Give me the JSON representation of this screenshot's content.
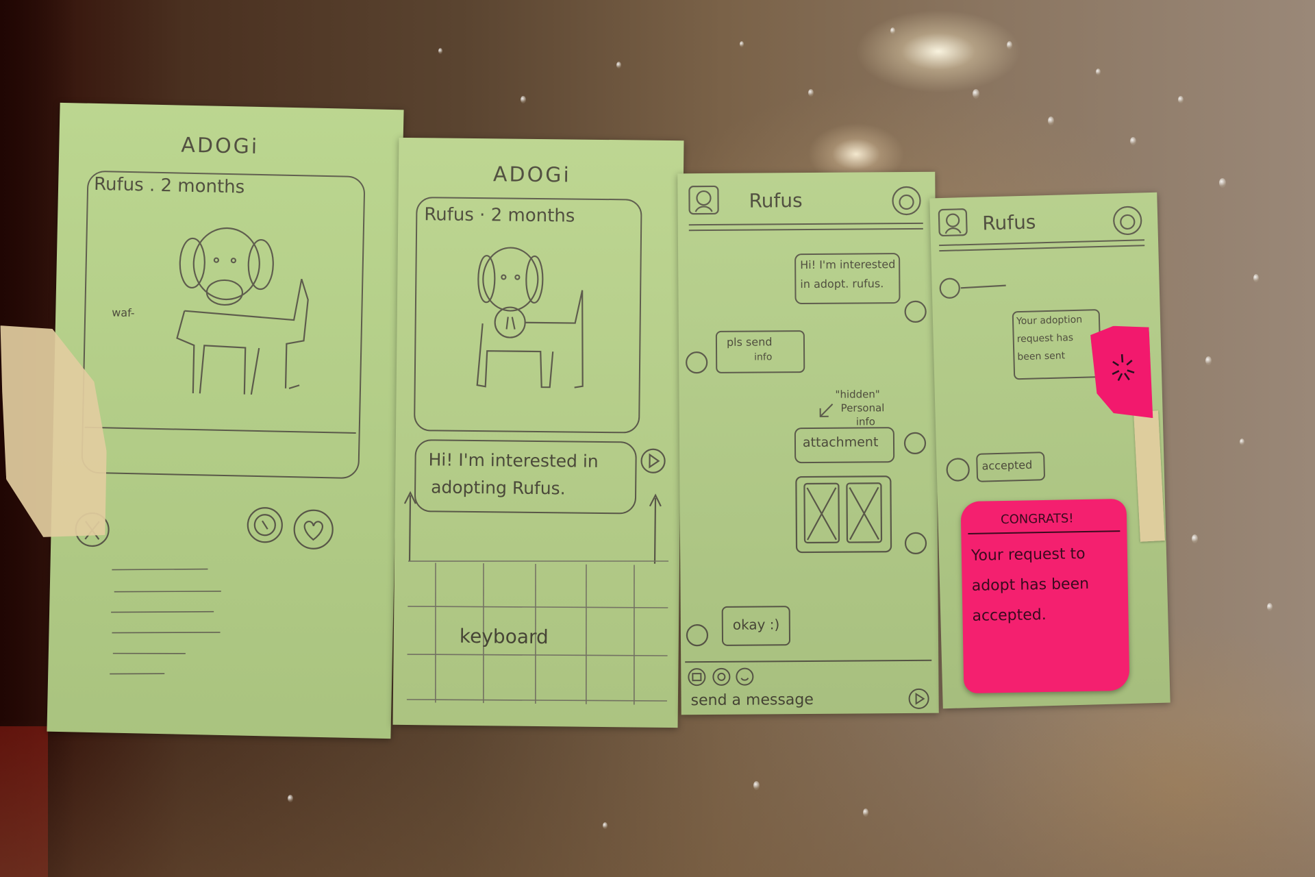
{
  "screens": [
    {
      "title": "ADOGi",
      "caption": "Rufus . 2 months",
      "annotation": "waf-"
    },
    {
      "title": "ADOGi",
      "caption": "Rufus · 2 months",
      "message": "Hi! I'm interested in",
      "message_line2": "adopting Rufus.",
      "keyboard_label": "keyboard"
    },
    {
      "header": "Rufus",
      "bubble_1_line1": "Hi! I'm interested",
      "bubble_1_line2": "in adopt. rufus.",
      "bubble_2_line1": "pls send",
      "bubble_2_line2": "info",
      "note_line1": "\"hidden\"",
      "note_line2": "Personal",
      "note_line3": "info",
      "attachment": "attachment",
      "bubble_3": "okay :)",
      "input_placeholder": "send a message"
    },
    {
      "header": "Rufus",
      "bubble_1_line1": "Your adoption",
      "bubble_1_line2": "request has",
      "bubble_1_line3": "been sent",
      "bubble_2": "accepted",
      "popup_title": "CONGRATS!",
      "popup_line1": "Your request to",
      "popup_line2": "adopt has been",
      "popup_line3": "accepted."
    }
  ],
  "colors": {
    "paper_green": "#b8d48a",
    "sticky_pink": "#f4206f",
    "pencil": "#4a4838"
  }
}
